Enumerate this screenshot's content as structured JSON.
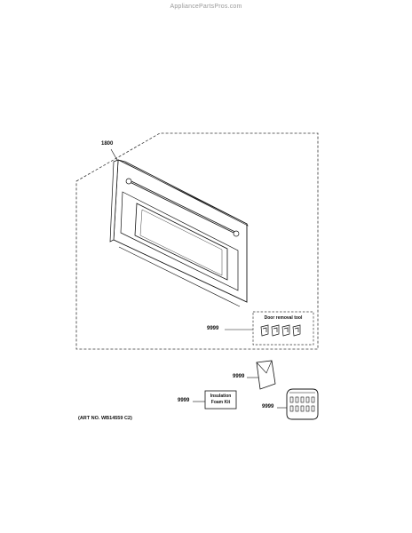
{
  "watermark": "AppliancePartsPros.com",
  "callouts": {
    "door": "1800",
    "door_removal_tool": "9999",
    "envelope": "9999",
    "insulation_kit": "9999",
    "hardware_bag": "9999"
  },
  "door_removal_tool_label": "Door removal tool",
  "insulation_kit_label_line1": "Insulation",
  "insulation_kit_label_line2": "Foam Kit",
  "art_number": "(ART NO. WB14559 C2)"
}
